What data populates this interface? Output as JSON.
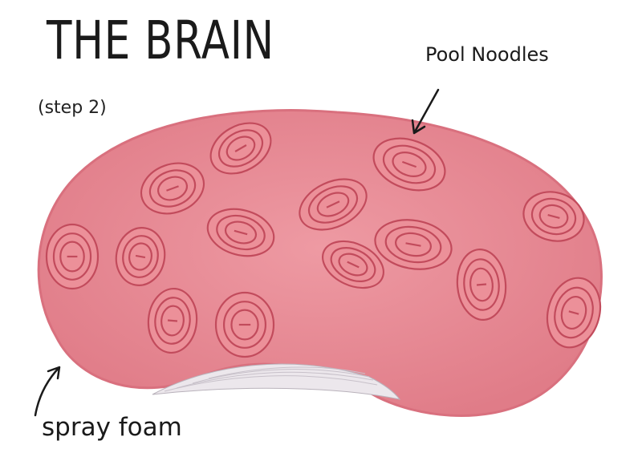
{
  "title": "THE BRAIN",
  "subtitle": "(step 2)",
  "labels": {
    "top": "Pool Noodles",
    "bottom": "spray foam"
  },
  "colors": {
    "brain_fill": "#e88a94",
    "brain_dark": "#d86a77",
    "coil_stroke": "#c24b5c",
    "foam": "#ece7ec",
    "ink": "#1a1a1a"
  },
  "icons": [
    "arrow-icon",
    "pool-noodle-coil-icon"
  ]
}
